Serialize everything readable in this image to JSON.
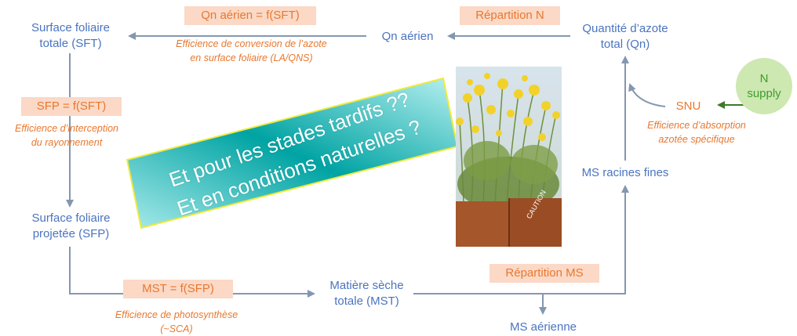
{
  "nodes": {
    "sft": "Surface foliaire\ntotale (SFT)",
    "qn_aerien": "Qn aérien",
    "qn_total": "Quantité d’azote\ntotal (Qn)",
    "sfp": "Surface foliaire\nprojetée (SFP)",
    "mst": "Matière sèche\ntotale (MST)",
    "ms_aerienne": "MS aérienne",
    "ms_racines": "MS racines fines",
    "snu": "SNU",
    "n_supply": "N\nsupply"
  },
  "boxes": {
    "qn_aerien_func": "Qn aérien = f(SFT)",
    "repartition_n": "Répartition N",
    "sfp_func": "SFP = f(SFT)",
    "mst_func": "MST = f(SFP)",
    "repartition_ms": "Répartition MS"
  },
  "notes": {
    "conversion": "Efficience de conversion de l’azote\nen surface foliaire (LA/QNS)",
    "interception": "Efficience d’interception\ndu rayonnement",
    "photosynthese": "Efficience de photosynthèse\n(~SCA)",
    "absorption": "Efficience d’absorption\nazotée spécifique"
  },
  "banner": {
    "text": "Et pour les stades tardifs ??\nEt en conditions naturelles ?"
  },
  "photo": {
    "sign_text": "CAUTION"
  },
  "colors": {
    "node_blue": "#4a74c0",
    "orange": "#e8782f",
    "box_fill": "#fbd9c6",
    "arrow_gray": "#8497b0",
    "green": "#3e9c30",
    "banner_teal": "#00a3a3"
  }
}
